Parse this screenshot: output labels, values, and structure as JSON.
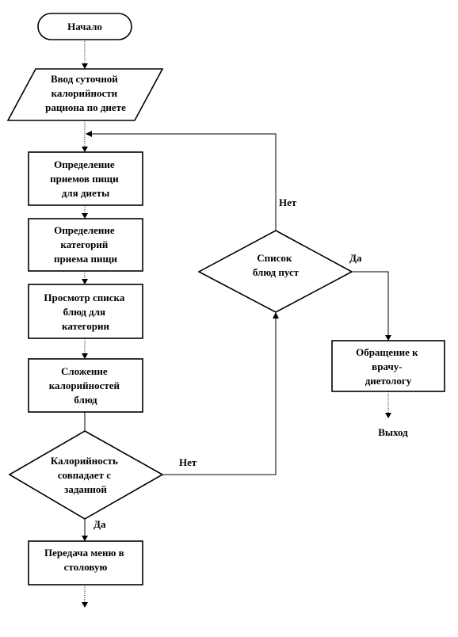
{
  "diagram": {
    "nodes": {
      "start": {
        "lines": [
          "Начало"
        ]
      },
      "input": {
        "lines": [
          "Ввод суточной",
          "калорийности",
          "рациона по диете"
        ]
      },
      "meals": {
        "lines": [
          "Определение",
          "приемов пищи",
          "для диеты"
        ]
      },
      "categories": {
        "lines": [
          "Определение",
          "категорий",
          "приема пищи"
        ]
      },
      "browse": {
        "lines": [
          "Просмотр списка",
          "блюд для",
          "категории"
        ]
      },
      "sum": {
        "lines": [
          "Сложение",
          "калорийностей",
          "блюд"
        ]
      },
      "check_calories": {
        "lines": [
          "Калорийность",
          "совпадает с",
          "заданной"
        ]
      },
      "send_menu": {
        "lines": [
          "Передача меню в",
          "столовую"
        ]
      },
      "check_empty": {
        "lines": [
          "Список",
          "блюд  пуст"
        ]
      },
      "consult": {
        "lines": [
          "Обращение к",
          "врачу-",
          "диетологу"
        ]
      },
      "exit": {
        "lines": [
          "Выход"
        ]
      }
    },
    "edges": {
      "calories_no": "Нет",
      "calories_yes": "Да",
      "empty_no": "Нет",
      "empty_yes": "Да"
    }
  }
}
